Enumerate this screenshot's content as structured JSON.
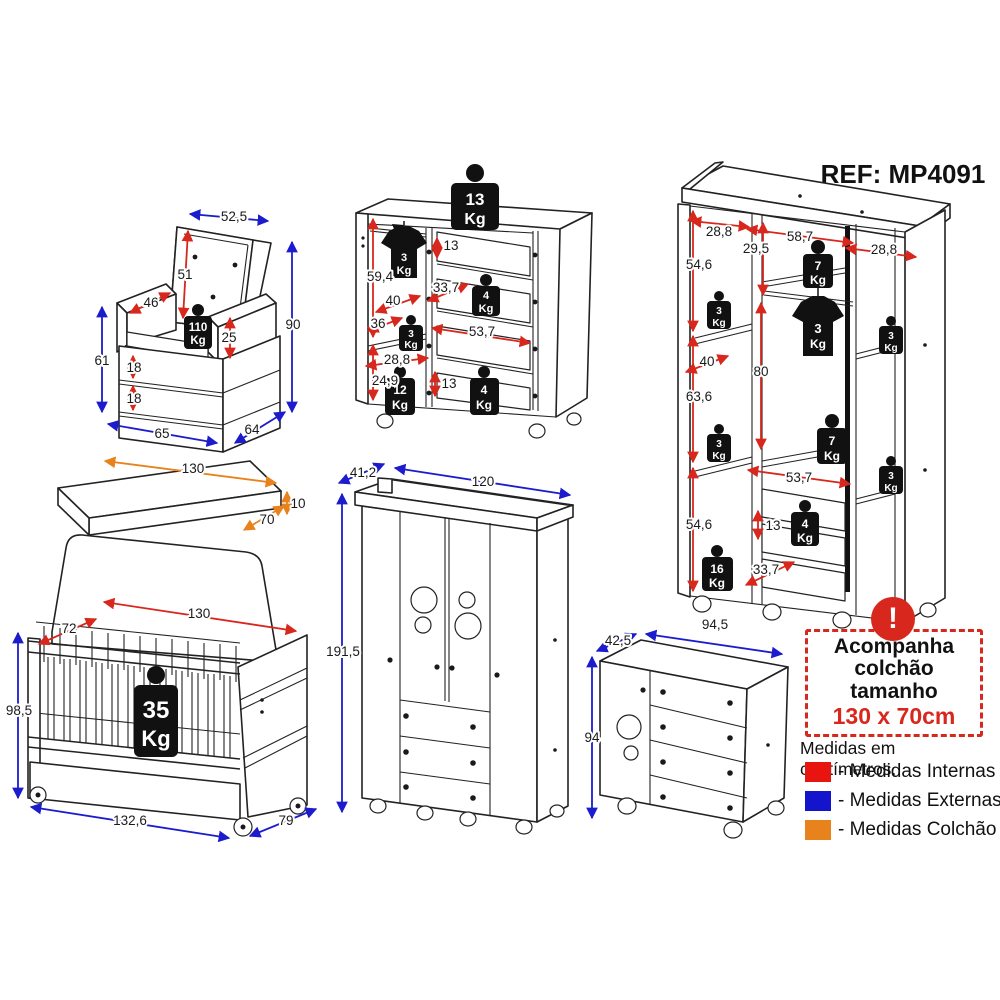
{
  "header": {
    "ref": "REF: MP4091"
  },
  "units": {
    "kg": "Kg"
  },
  "colors": {
    "internal": "#d8271c",
    "external": "#1c1ccd",
    "mattress": "#e8821c",
    "line": "#222222"
  },
  "armchair": {
    "seat_back_width": "52,5",
    "back_height": "51",
    "arm_length": "46",
    "arm_height": "25",
    "max_weight": "110",
    "total_height": "90",
    "base_height": "61",
    "drawer_top_height": "18",
    "drawer_bottom_height": "18",
    "base_width": "65",
    "base_depth": "64"
  },
  "dresser_top": {
    "top_max_weight": "13",
    "rod_max_weight": "3",
    "upper_height": "59,4",
    "inner_width": "40",
    "shelf_width": "36",
    "lower_width": "28,8",
    "lower_height": "24,9",
    "shelf_max_weight": "12",
    "drawer1_height": "13",
    "drawer_width": "33,7",
    "drawer1_max_weight": "4",
    "drawer_depth": "53,7",
    "mid_shelf_max_weight": "3",
    "drawer4_height": "13",
    "drawer4_max_weight": "4"
  },
  "wardrobe_top": {
    "left_width": "28,8",
    "middle_width": "58,7",
    "right_width": "28,8",
    "middle_top_height": "29,5",
    "left_upper_height": "54,6",
    "top_shelf_max_weight": "7",
    "left_shelf1_max_weight": "3",
    "rod_max_weight": "3",
    "right_shelf1_max_weight": "3",
    "left_inner_width": "40",
    "rod_height": "80",
    "left_middle_height": "63,6",
    "left_shelf2_max_weight": "3",
    "mid_shelf_max_weight": "7",
    "right_shelf2_max_weight": "3",
    "drawer_depth": "53,7",
    "left_lower_height": "54,6",
    "drawer_height": "13",
    "drawer_max_weight": "4",
    "base_max_weight": "16",
    "drawer_width": "33,7"
  },
  "mattress": {
    "length": "130",
    "thickness": "10",
    "width": "70"
  },
  "crib": {
    "inner_length": "130",
    "inner_width": "72",
    "max_weight": "35",
    "height": "98,5",
    "length": "132,6",
    "depth": "79"
  },
  "wardrobe_bottom": {
    "depth": "41,2",
    "width": "120",
    "height": "191,5"
  },
  "dresser_bottom": {
    "depth": "42,5",
    "width": "94,5",
    "height": "94"
  },
  "alert": {
    "lines": [
      "Acompanha",
      "colchão",
      "tamanho"
    ],
    "highlight": "130 x 70cm",
    "exclamation": "!"
  },
  "notes": {
    "units_note": "Medidas em centímetros."
  },
  "legend": {
    "items": [
      {
        "label": "- Medidas Internas",
        "color": "#e81410"
      },
      {
        "label": "- Medidas Externas",
        "color": "#1414cc"
      },
      {
        "label": "- Medidas Colchão",
        "color": "#e8821c"
      }
    ]
  }
}
